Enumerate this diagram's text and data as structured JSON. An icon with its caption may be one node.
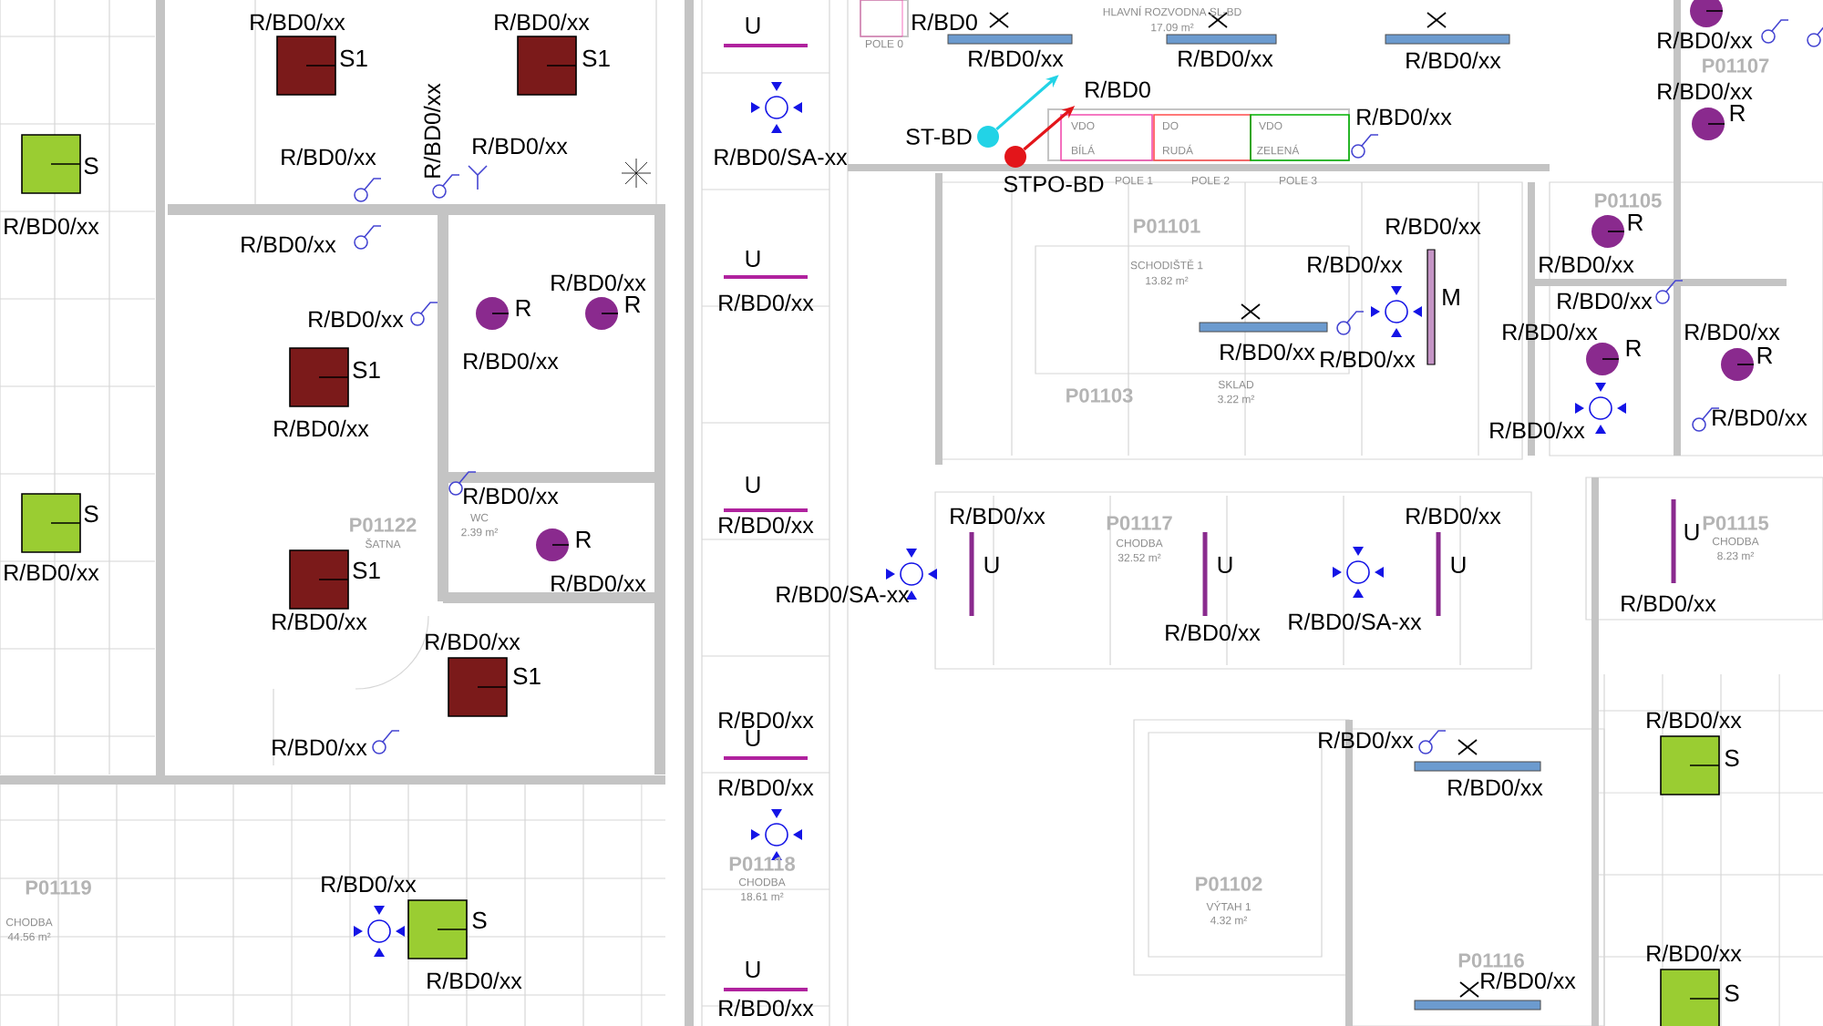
{
  "diagram": {
    "nodes": [
      {
        "text": [],
        "shape": "circle",
        "beside": [
          "ST-BD"
        ]
      },
      {
        "text": [],
        "shape": "circle",
        "beside": [
          "STPO-BD"
        ]
      },
      {
        "text": [
          "R/BD0/xx"
        ]
      },
      {
        "text": [
          "R/BD0"
        ]
      }
    ],
    "edges": [
      {
        "from": 0,
        "to": 2,
        "arrow": "to",
        "color": "#22d3e6"
      },
      {
        "from": 1,
        "to": 3,
        "arrow": "to",
        "color": "#e3151a"
      }
    ],
    "labels": [
      "R/BD0/xx",
      "S1",
      "R/BD0/xx",
      "S1",
      "S",
      "R/BD0/xx",
      "R/BD0/xx",
      "R/BD0/xx",
      "R/BD0/xx",
      "R/BD0/xx",
      "R/BD0/xx",
      "R/BD0/xx",
      "R",
      "R",
      "S1",
      "R/BD0/xx",
      "R/BD0/xx",
      "S",
      "R/BD0/xx",
      "R/BD0/xx",
      "R",
      "R/BD0/xx",
      "S1",
      "R/BD0/xx",
      "R/BD0/xx",
      "S1",
      "R/BD0/xx",
      "R/BD0/xx",
      "S",
      "R/BD0/xx",
      "U",
      "R/BD0/SA-xx",
      "U",
      "R/BD0/xx",
      "U",
      "R/BD0/xx",
      "R/BD0/SA-xx",
      "R/BD0/xx",
      "U",
      "R/BD0/xx",
      "U",
      "R/BD0/xx",
      "R/BD0",
      "R/BD0/xx",
      "R/BD0/xx",
      "R/BD0/xx",
      "R/BD0/xx",
      "R/BD0/xx",
      "M",
      "R/BD0/xx",
      "R/BD0/xx",
      "R/BD0/xx",
      "U",
      "U",
      "R/BD0/xx",
      "R/BD0/SA-xx",
      "R/BD0/xx",
      "U",
      "R/BD0/xx",
      "R/BD0/xx",
      "R/BD0/xx",
      "R/BD0/xx",
      "R/BD0/xx",
      "R",
      "R",
      "R/BD0/xx",
      "R/BD0/xx",
      "R/BD0/xx",
      "R",
      "R/BD0/xx",
      "R/BD0/xx",
      "R",
      "R/BD0/xx",
      "U",
      "R/BD0/xx",
      "R/BD0/xx",
      "S",
      "R/BD0/xx",
      "S",
      "P01122",
      "ŠATNA",
      "WC",
      "2.39 m²",
      "P01119",
      "CHODBA",
      "44.56 m²",
      "HLAVNÍ ROZVODNA SL-BD",
      "17.09 m²",
      "POLE 0",
      "VDO",
      "BÍLÁ",
      "DO",
      "RUDÁ",
      "VDO",
      "ZELENÁ",
      "POLE 1",
      "POLE 2",
      "POLE 3",
      "P01101",
      "SCHODIŠTĚ 1",
      "13.82 m²",
      "P01103",
      "SKLAD",
      "3.22 m²",
      "P01117",
      "CHODBA",
      "32.52 m²",
      "P01118",
      "CHODBA",
      "18.61 m²",
      "P01102",
      "VÝTAH 1",
      "4.32 m²",
      "P01116",
      "P01115",
      "CHODBA",
      "8.23 m²",
      "P01105",
      "P01107"
    ]
  }
}
